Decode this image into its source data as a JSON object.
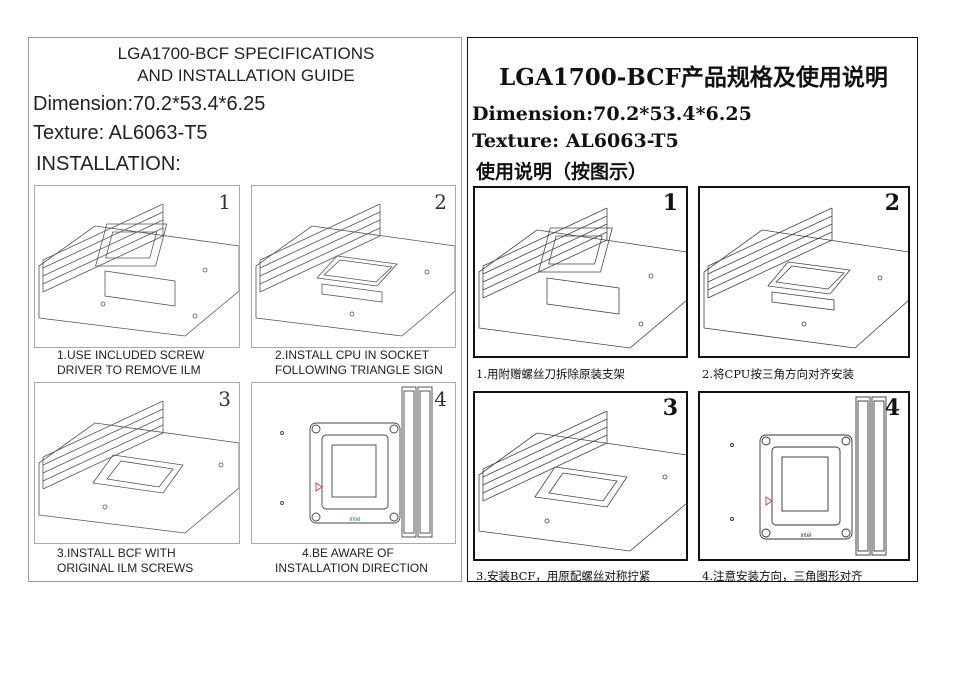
{
  "english": {
    "title_line1": "LGA1700-BCF SPECIFICATIONS",
    "title_line2": "AND INSTALLATION GUIDE",
    "dimension": "Dimension:70.2*53.4*6.25",
    "texture": "Texture:  AL6063-T5",
    "installation": "INSTALLATION:",
    "steps": [
      {
        "number": "1",
        "caption_line1": "1.USE INCLUDED SCREW",
        "caption_line2": "DRIVER TO REMOVE ILM"
      },
      {
        "number": "2",
        "caption_line1": "2.INSTALL CPU IN SOCKET",
        "caption_line2": "FOLLOWING TRIANGLE SIGN"
      },
      {
        "number": "3",
        "caption_line1": "3.INSTALL BCF WITH",
        "caption_line2": "ORIGINAL ILM SCREWS"
      },
      {
        "number": "4",
        "caption_line1": "4.BE AWARE OF",
        "caption_line2": "INSTALLATION  DIRECTION"
      }
    ]
  },
  "chinese": {
    "title": "LGA1700-BCF产品规格及使用说明",
    "dimension": "Dimension:70.2*53.4*6.25",
    "texture": "Texture:  AL6063-T5",
    "usage": "使用说明（按图示）",
    "steps": [
      {
        "number": "1",
        "caption": "1.用附赠螺丝刀拆除原装支架"
      },
      {
        "number": "2",
        "caption": "2.将CPU按三角方向对齐安装"
      },
      {
        "number": "3",
        "caption": "3.安装BCF，用原配螺丝对称拧紧"
      },
      {
        "number": "4",
        "caption": "4.注意安装方向，三角图形对齐"
      }
    ]
  },
  "illustration_text": {
    "frame_logo": "intel"
  }
}
